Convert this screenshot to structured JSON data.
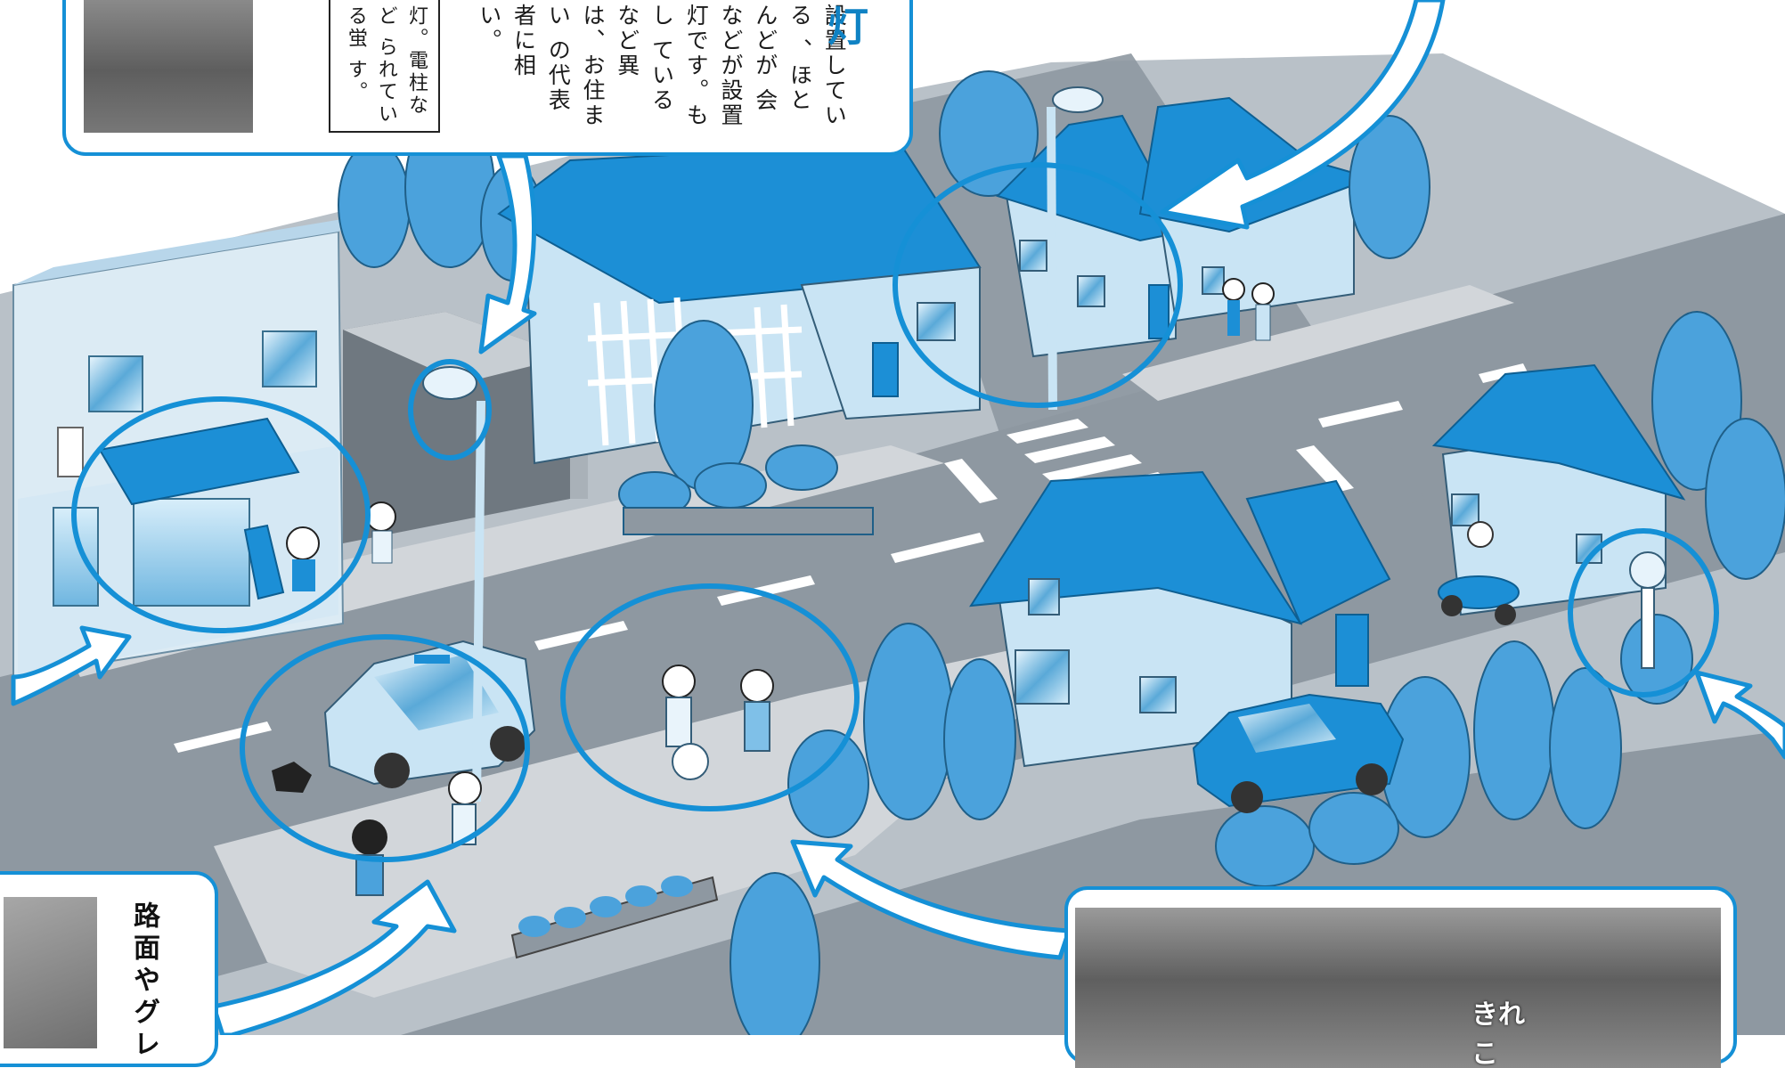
{
  "illustration": {
    "colors": {
      "accent": "#1590d6",
      "roof": "#1c8fd6",
      "wall": "#c9e4f4",
      "road": "#8f9aa3",
      "sidewalk": "#c3c9ce",
      "tree": "#4ba2dc"
    }
  },
  "callouts": {
    "top_left": {
      "title_fragment": "灯",
      "body_columns": [
        "設置している",
        "、ほとんどが",
        "会などが設置",
        "灯です。もし",
        "ているなど異",
        "は、お住まい",
        "の代表者に相",
        "い。"
      ],
      "note_columns": [
        "灯。電柱など",
        "られている蛍",
        "す。"
      ]
    },
    "bottom_left": {
      "title": "路面やグレ"
    },
    "bottom_right": {
      "photo_label": "きれ\nこ"
    }
  }
}
